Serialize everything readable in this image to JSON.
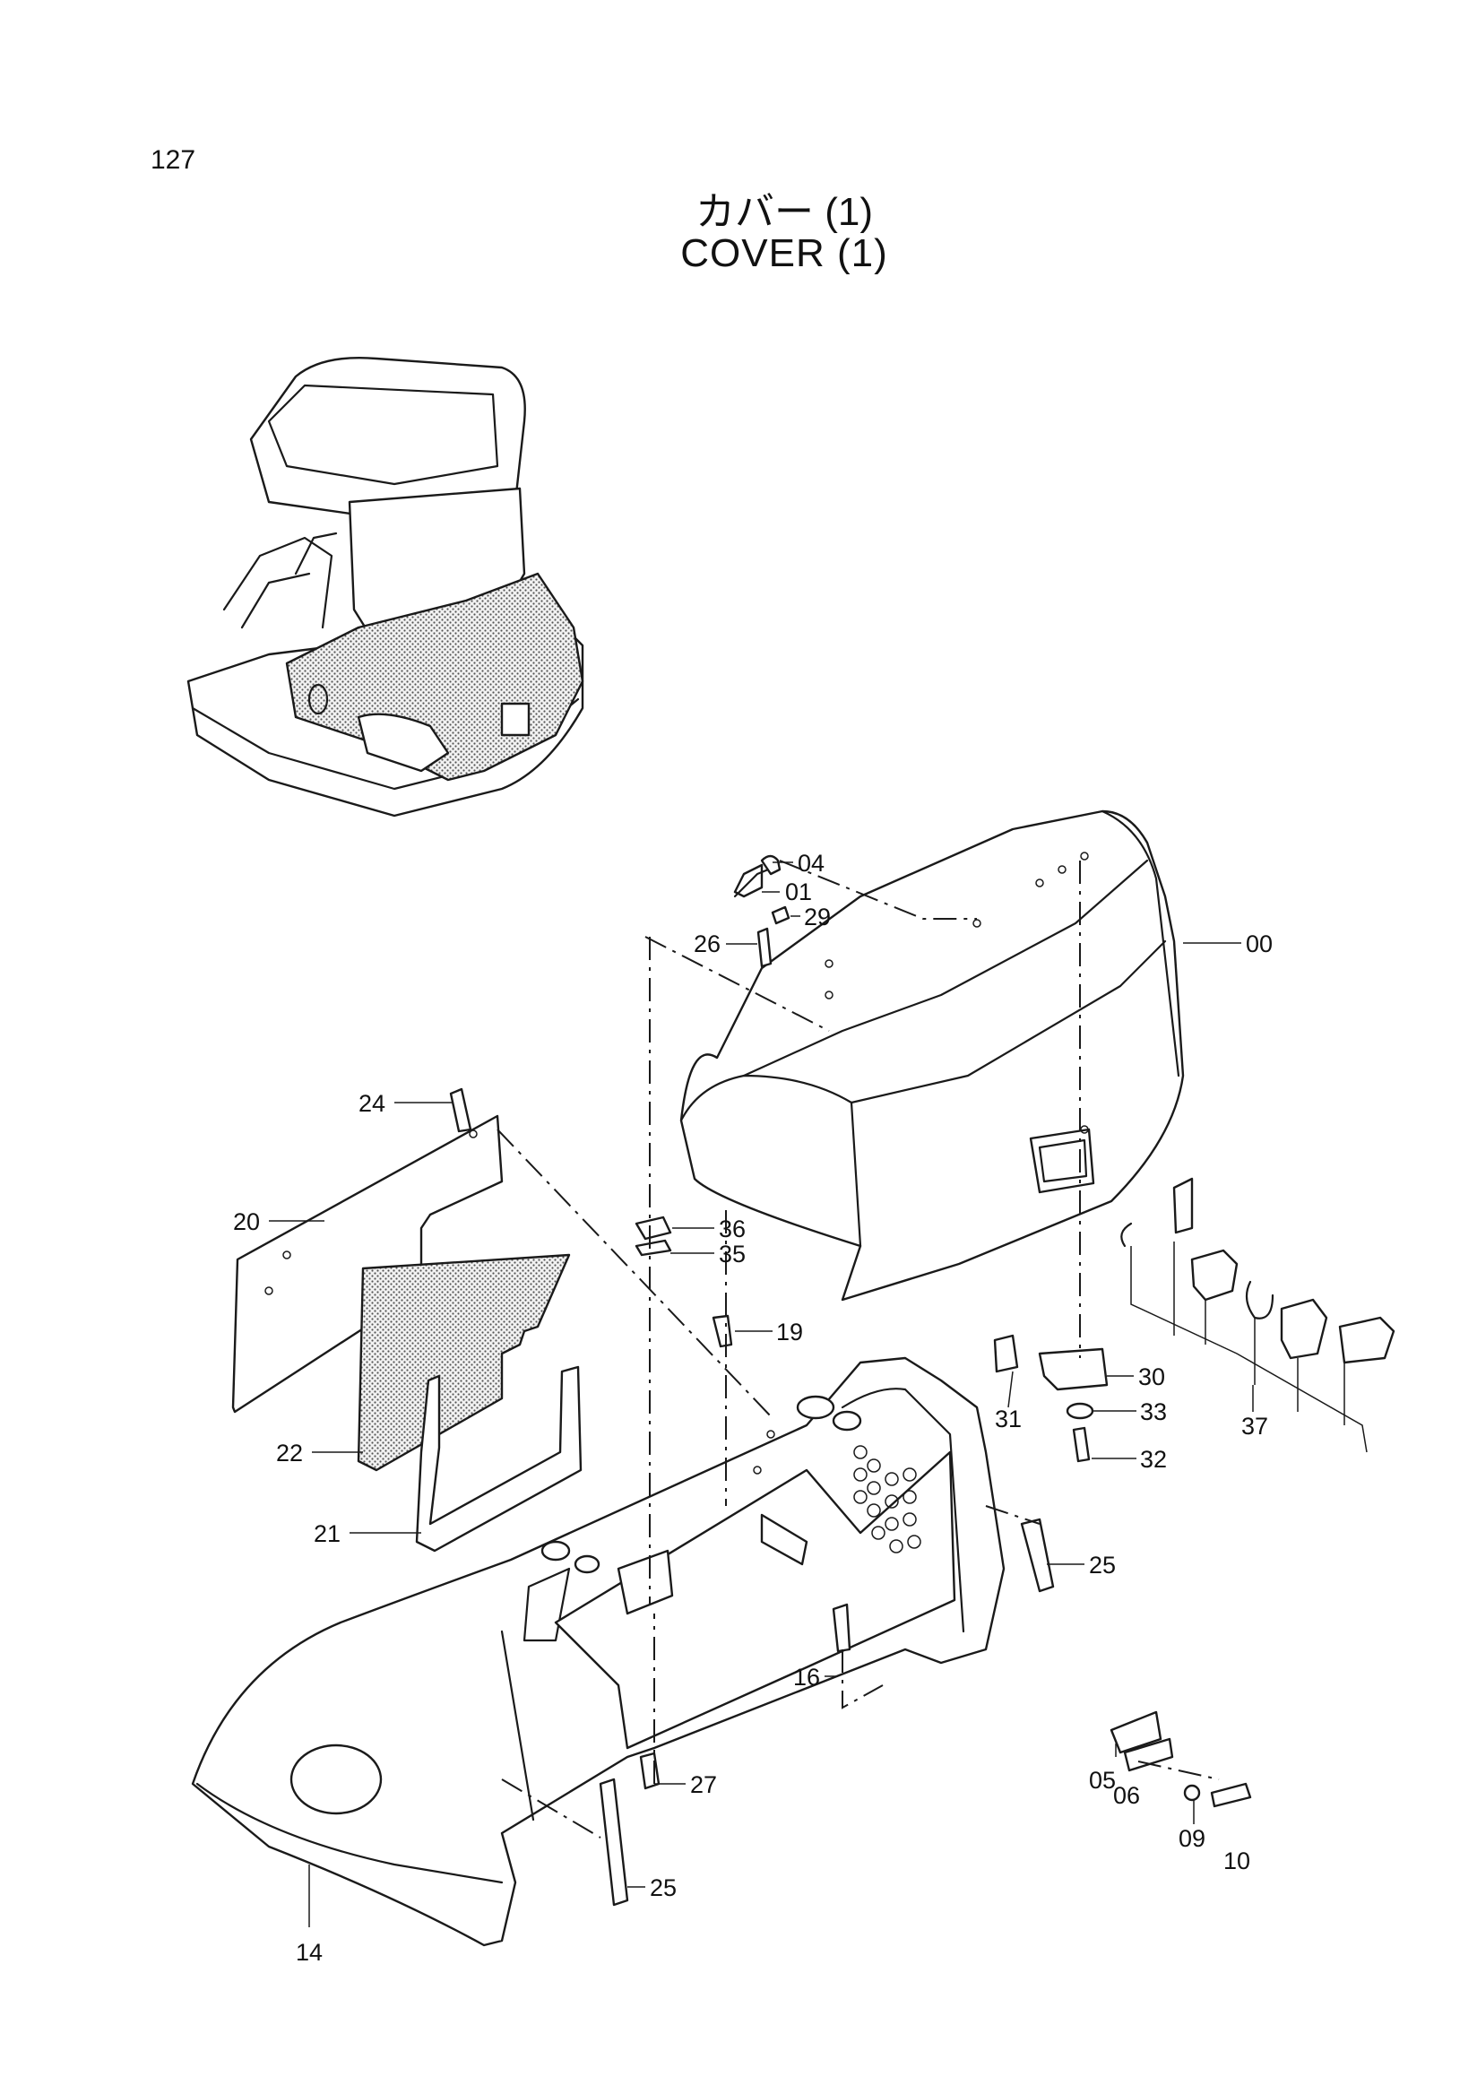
{
  "page_number": "127",
  "title_jp": "カバー (1)",
  "title_en": "COVER (1)",
  "part_refs": [
    "04",
    "01",
    "29",
    "26",
    "00",
    "24",
    "20",
    "36",
    "35",
    "19",
    "22",
    "30",
    "31",
    "33",
    "37",
    "32",
    "21",
    "25",
    "16",
    "27",
    "05",
    "06",
    "09",
    "10",
    "14"
  ],
  "colors": {
    "line": "#1a1a1a",
    "paper": "#ffffff"
  }
}
